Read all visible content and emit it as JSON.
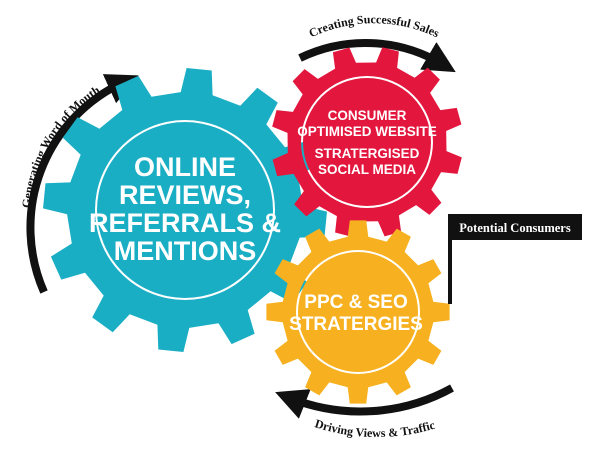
{
  "gears": {
    "blue": {
      "lines": [
        "ONLINE",
        "REVIEWS,",
        "REFERRALS &",
        "MENTIONS"
      ],
      "color": "#1aaec4"
    },
    "red": {
      "lines": [
        "CONSUMER",
        "OPTIMISED WEBSITE",
        "STRATERGISED",
        "SOCIAL MEDIA"
      ],
      "color": "#e3163d"
    },
    "yellow": {
      "lines": [
        "PPC & SEO",
        "STRATERGIES"
      ],
      "color": "#f7b120"
    }
  },
  "arrows": {
    "top": "Creating Successful Sales",
    "left": "Generating Word of Mouth",
    "bottom": "Driving Views & Traffic",
    "color": "#111111"
  },
  "tag": {
    "label": "Potential Consumers",
    "color": "#111111"
  }
}
